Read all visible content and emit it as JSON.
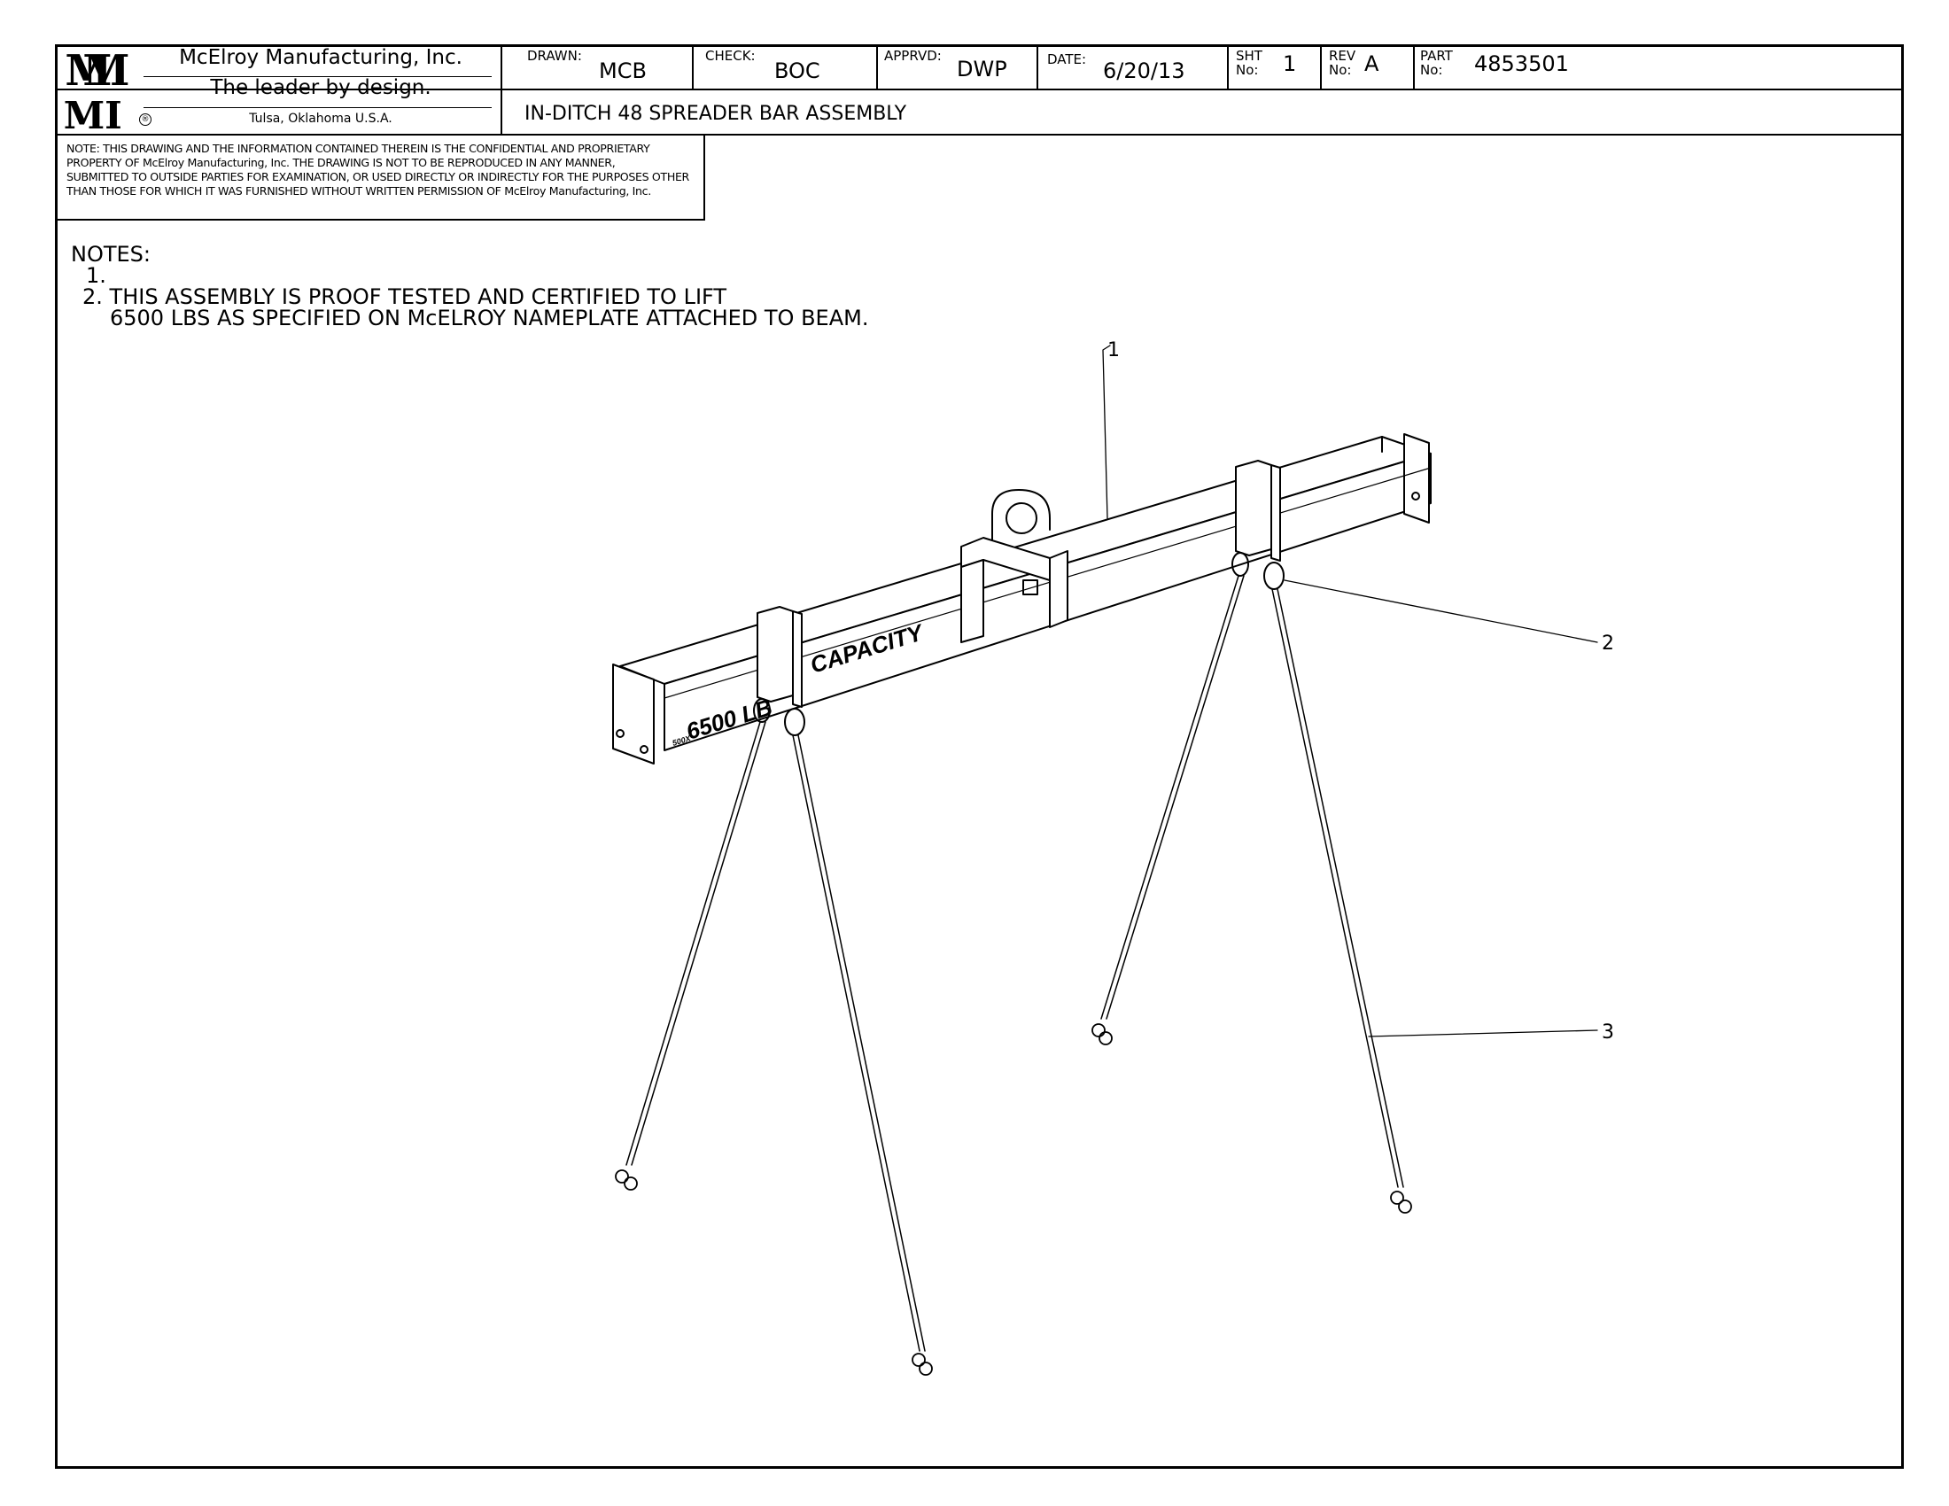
{
  "title_block": {
    "logo_letters": [
      "M",
      "M",
      "M",
      "I"
    ],
    "company": "McElroy Manufacturing, Inc.",
    "tagline": "The leader by design.",
    "location": "Tulsa, Oklahoma U.S.A.",
    "drawn_label": "DRAWN:",
    "drawn_value": "MCB",
    "check_label": "CHECK:",
    "check_value": "BOC",
    "approved_label": "APPRVD:",
    "approved_value": "DWP",
    "date_label": "DATE:",
    "date_value": "6/20/13",
    "sheet_label_1": "SHT",
    "sheet_label_2": "No:",
    "sheet_value": "1",
    "rev_label_1": "REV",
    "rev_label_2": "No:",
    "rev_value": "A",
    "part_label_1": "PART",
    "part_label_2": "No:",
    "part_value": "4853501",
    "drawing_title": "IN-DITCH 48 SPREADER BAR ASSEMBLY"
  },
  "legal_note": [
    "NOTE: THIS DRAWING AND THE INFORMATION CONTAINED THEREIN IS THE CONFIDENTIAL AND PROPRIETARY",
    "PROPERTY OF McElroy Manufacturing, Inc. THE DRAWING IS NOT TO BE REPRODUCED IN ANY MANNER,",
    "SUBMITTED TO OUTSIDE PARTIES FOR EXAMINATION, OR USED DIRECTLY OR INDIRECTLY FOR THE PURPOSES OTHER",
    "THAN THOSE FOR WHICH IT WAS FURNISHED WITHOUT WRITTEN PERMISSION OF McElroy Manufacturing, Inc."
  ],
  "notes": {
    "heading": "NOTES:",
    "item_1": "1.",
    "item_2_line_1": "2. THIS ASSEMBLY IS PROOF TESTED AND CERTIFIED TO LIFT",
    "item_2_line_2": "6500 LBS AS SPECIFIED ON McELROY NAMEPLATE ATTACHED TO BEAM."
  },
  "beam_labels": {
    "capacity_value": "6500 LB",
    "capacity_word": "CAPACITY",
    "small_text": "500X"
  },
  "balloons": {
    "b1": "1",
    "b2": "2",
    "b3": "3"
  }
}
